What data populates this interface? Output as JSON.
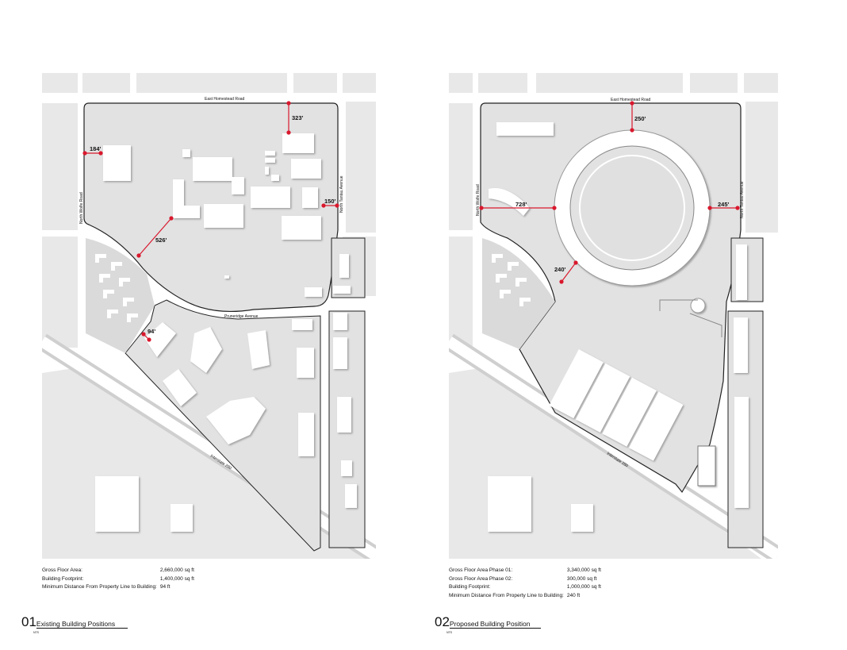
{
  "plans": [
    {
      "number": "01",
      "title": "Existing Building Positions",
      "scale_note": "NTS",
      "roads": {
        "north": "East Homestead Road",
        "west": "North Wolfe Road",
        "east": "North Tantau Avenue",
        "middle": "Pruneridge Avenue",
        "highway": "Interstate 280"
      },
      "dimensions": [
        "184'",
        "323'",
        "150'",
        "526'",
        "94'"
      ],
      "stats": [
        {
          "label": "Gross Floor Area:",
          "value": "2,660,000 sq ft"
        },
        {
          "label": "Building Footprint:",
          "value": "1,400,000 sq ft"
        },
        {
          "label": "Minimum Distance From Property Line to Building:",
          "value": "94 ft"
        }
      ]
    },
    {
      "number": "02",
      "title": "Proposed Building Position",
      "scale_note": "NTS",
      "roads": {
        "north": "East Homestead Road",
        "west": "North Wolfe Road",
        "east": "North Tantau Avenue",
        "highway": "Interstate 280"
      },
      "dimensions": [
        "250'",
        "728'",
        "245'",
        "240'"
      ],
      "stats": [
        {
          "label": "Gross Floor Area Phase 01:",
          "value": "3,340,000 sq ft"
        },
        {
          "label": "Gross Floor Area Phase 02:",
          "value": "300,000 sq ft"
        },
        {
          "label": "Building Footprint:",
          "value": "1,000,000 sq ft"
        },
        {
          "label": "Minimum Distance From Property Line to Building:",
          "value": "240 ft"
        }
      ]
    }
  ],
  "colors": {
    "dimension_line": "#d9182d",
    "site": "#e2e2e2",
    "context": "#e9e9e9"
  }
}
